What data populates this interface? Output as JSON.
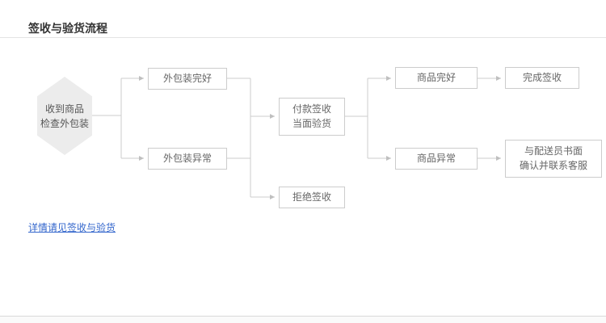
{
  "page": {
    "title": "签收与验货流程",
    "details_link": "详情请见签收与验货"
  },
  "flow": {
    "start": "收到商品\n检查外包装",
    "packaging_ok": "外包装完好",
    "packaging_abnormal": "外包装异常",
    "pay_and_sign": "付款签收\n当面验货",
    "refuse_sign": "拒绝签收",
    "goods_ok": "商品完好",
    "goods_abnormal": "商品异常",
    "sign_complete": "完成签收",
    "confirm_with_courier": "与配送员书面\n确认并联系客服"
  },
  "colors": {
    "link": "#3366cc",
    "box_border": "#cccccc",
    "box_text": "#666666",
    "hexagon_fill": "#ececec",
    "connector": "#cccccc",
    "title_text": "#333333"
  }
}
